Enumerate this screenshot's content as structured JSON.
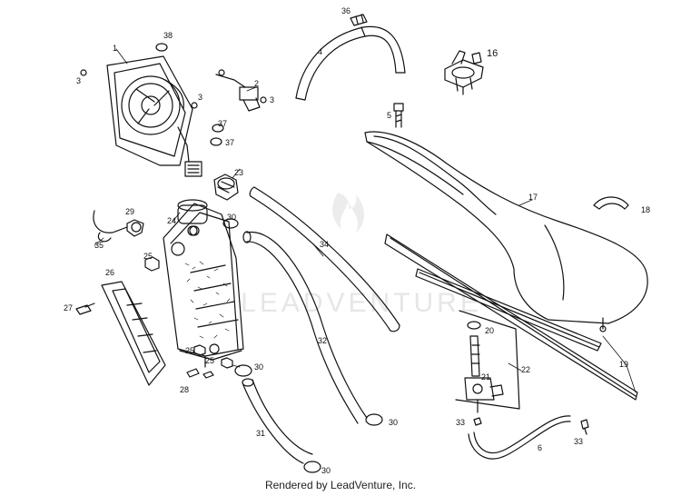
{
  "watermark": "LEADVENTURE",
  "footer": "Rendered by LeadVenture, Inc.",
  "callouts": {
    "c1": "1",
    "c2": "2",
    "c3a": "3",
    "c3b": "3",
    "c3c": "3",
    "c4": "4",
    "c5": "5",
    "c6": "6",
    "c16": "16",
    "c17": "17",
    "c18": "18",
    "c19": "19",
    "c20": "20",
    "c21": "21",
    "c22": "22",
    "c23": "23",
    "c24": "24",
    "c25a": "25",
    "c25b": "25",
    "c25c": "25",
    "c26": "26",
    "c27": "27",
    "c28": "28",
    "c29": "29",
    "c30a": "30",
    "c30b": "30",
    "c30c": "30",
    "c30d": "30",
    "c31": "31",
    "c32": "32",
    "c33a": "33",
    "c33b": "33",
    "c34": "34",
    "c35": "35",
    "c36": "36",
    "c37a": "37",
    "c37b": "37",
    "c38": "38"
  }
}
